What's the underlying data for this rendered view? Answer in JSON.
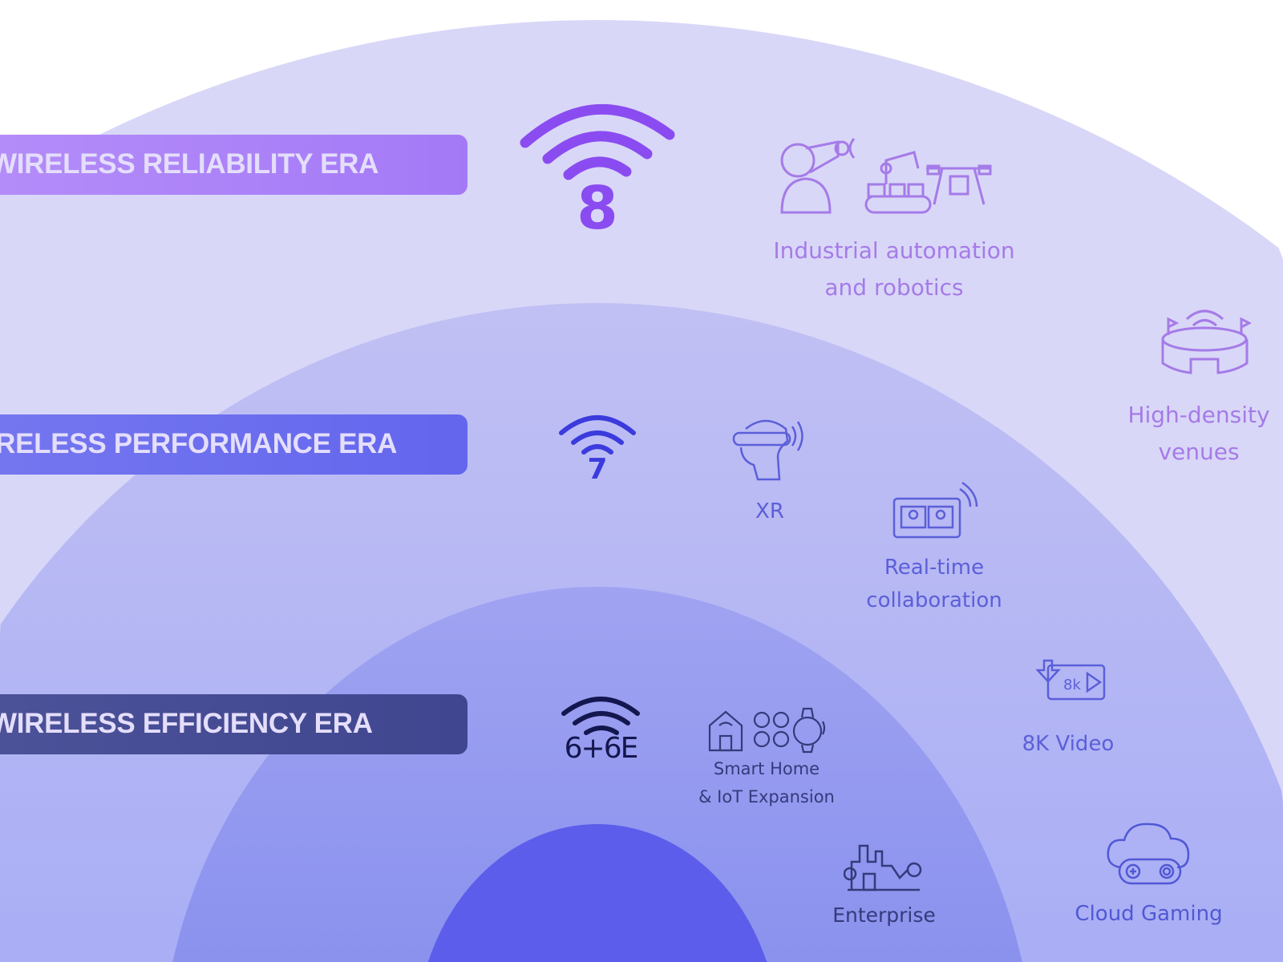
{
  "eras": [
    {
      "label": "WIRELESS RELIABILITY ERA",
      "badge": "8",
      "color": "#a57cf7"
    },
    {
      "label": "WIRELESS PERFORMANCE ERA",
      "badge": "7",
      "color": "#6366ee"
    },
    {
      "label": "WIRELESS EFFICIENCY ERA",
      "badge": "6+6E",
      "color": "#40468f"
    }
  ],
  "use_cases": {
    "industrial": [
      "Industrial automation",
      "and robotics"
    ],
    "venues": [
      "High-density",
      "venues"
    ],
    "xr": "XR",
    "collab": [
      "Real-time",
      "collaboration"
    ],
    "video": "8K Video",
    "video_icon_text": "8k",
    "smarthome": [
      "Smart Home",
      "& IoT Expansion"
    ],
    "enterprise": "Enterprise",
    "gaming": "Cloud Gaming"
  },
  "colors": {
    "ring_outer": "#d9d7f7",
    "ring_second": "#bcbcf3",
    "ring_third": "#9ca1f1",
    "ring_core": "#5d5deb",
    "wifi8": "#8a4cf0",
    "wifi7": "#3b3bdd",
    "wifi6": "#14174f"
  }
}
